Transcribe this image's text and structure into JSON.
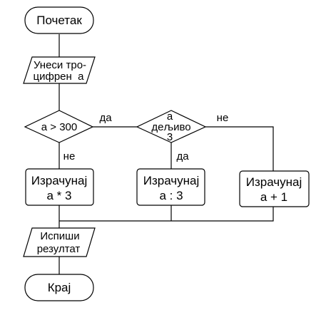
{
  "flowchart": {
    "start": "Почетак",
    "input": [
      "Унеси тро-",
      "цифрен  a"
    ],
    "cond_main": "a > 300",
    "cond_div": [
      "a",
      "дељиво",
      "3"
    ],
    "branch_yes_main": "да",
    "branch_no_main": "не",
    "branch_yes_div": "да",
    "branch_no_div": "не",
    "calc_mult": [
      "Израчунај",
      "a * 3"
    ],
    "calc_div": [
      "Израчунај",
      "a : 3"
    ],
    "calc_plus": [
      "Израчунај",
      "a + 1"
    ],
    "output": [
      "Испиши",
      "резултат"
    ],
    "end": "Крај"
  }
}
